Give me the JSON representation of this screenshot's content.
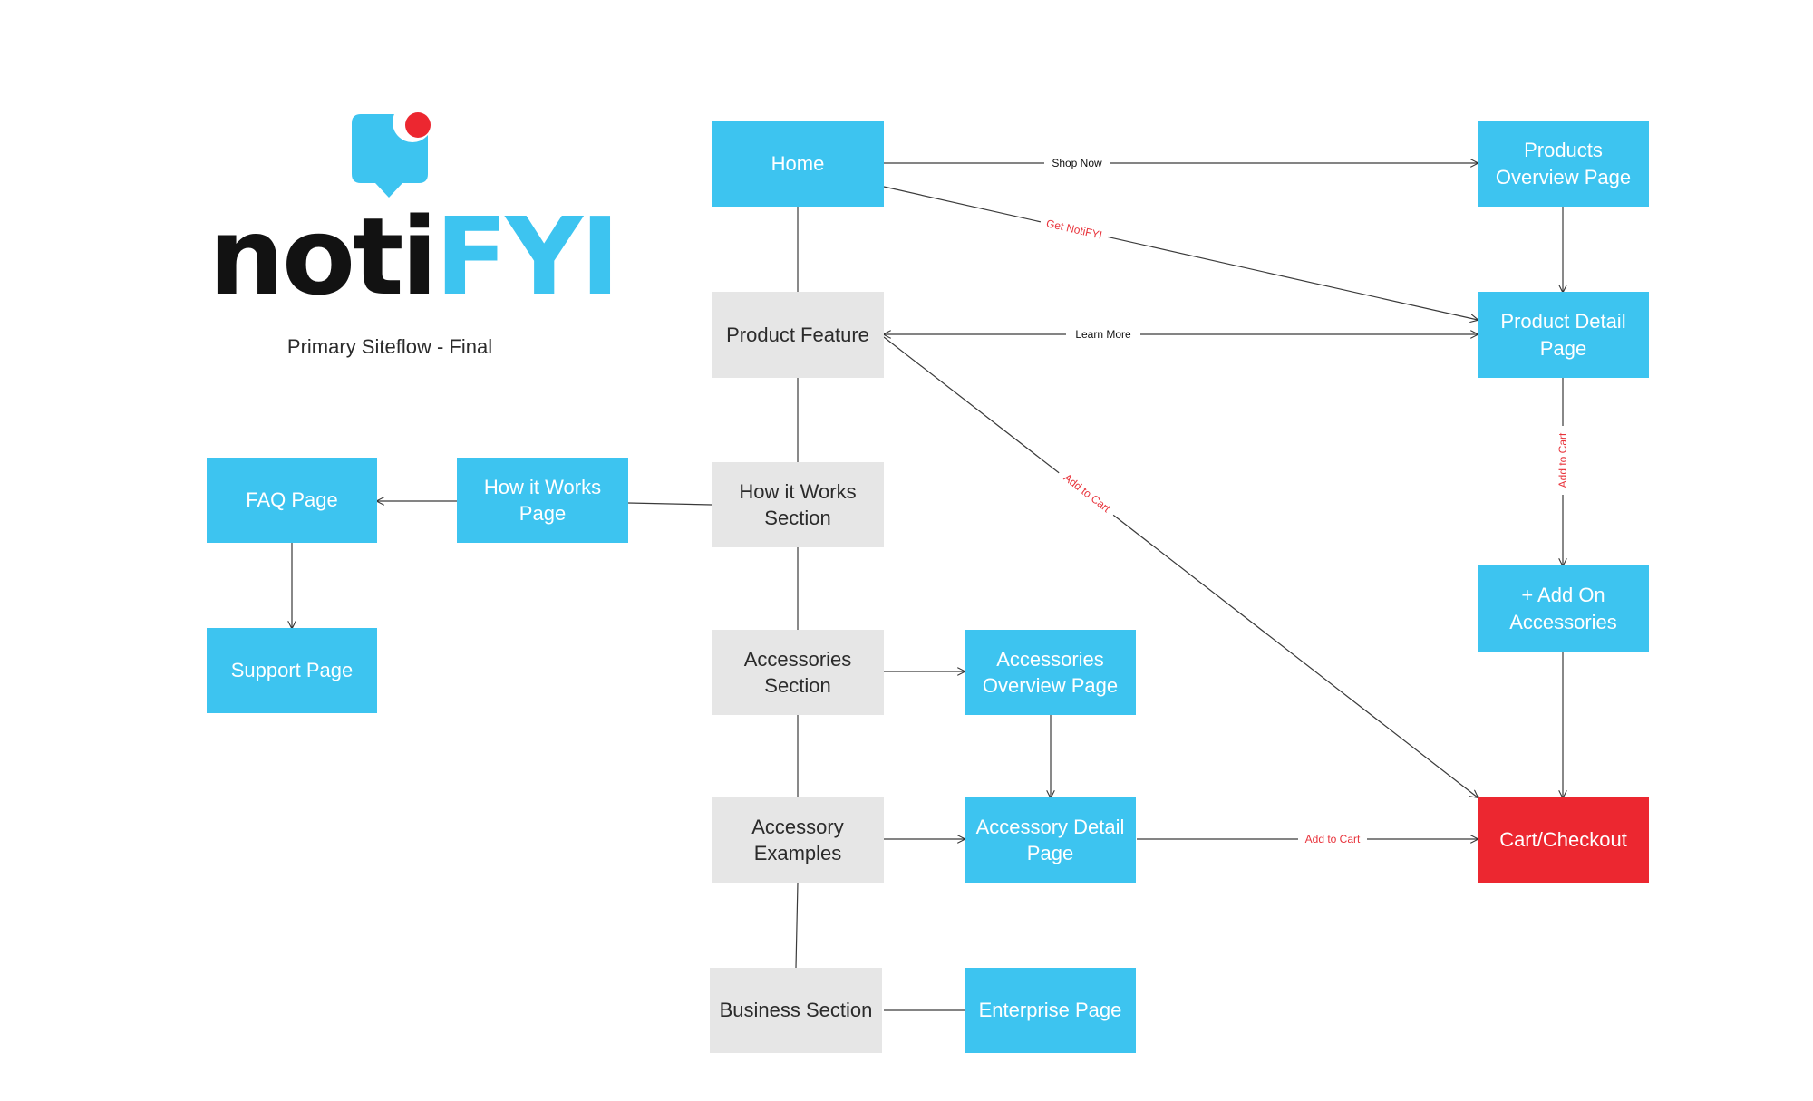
{
  "logo": {
    "wordmark_dark": "noti",
    "wordmark_accent": "FYI",
    "icon": "chat-bubble-notification-icon"
  },
  "subtitle": "Primary Siteflow - Final",
  "colors": {
    "page_box": "#3dc4f0",
    "section_box": "#e6e6e6",
    "checkout_box": "#ec2730",
    "flow_label": "#e8343c",
    "logo_dark": "#121212",
    "logo_accent": "#3dc4f0",
    "logo_dot": "#ec2730"
  },
  "nodes": {
    "home": "Home",
    "product_feature": "Product Feature",
    "how_it_works_section": "How it Works\nSection",
    "accessories_section": "Accessories\nSection",
    "accessory_examples": "Accessory\nExamples",
    "business_section": "Business Section",
    "products_overview": "Products\nOverview Page",
    "product_detail": "Product Detail\nPage",
    "add_on_accessories": "+ Add On\nAccessories",
    "cart_checkout": "Cart/Checkout",
    "how_it_works_page": "How it Works\nPage",
    "faq_page": "FAQ Page",
    "support_page": "Support Page",
    "accessories_overview": "Accessories\nOverview Page",
    "accessory_detail": "Accessory Detail\nPage",
    "enterprise_page": "Enterprise Page"
  },
  "edge_labels": {
    "shop_now": "Shop Now",
    "get_notifyi": "Get NotiFYI",
    "learn_more": "Learn More",
    "add_to_cart_diagonal": "Add to Cart",
    "add_to_cart_vertical": "Add to Cart",
    "add_to_cart_accessory": "Add to Cart"
  }
}
